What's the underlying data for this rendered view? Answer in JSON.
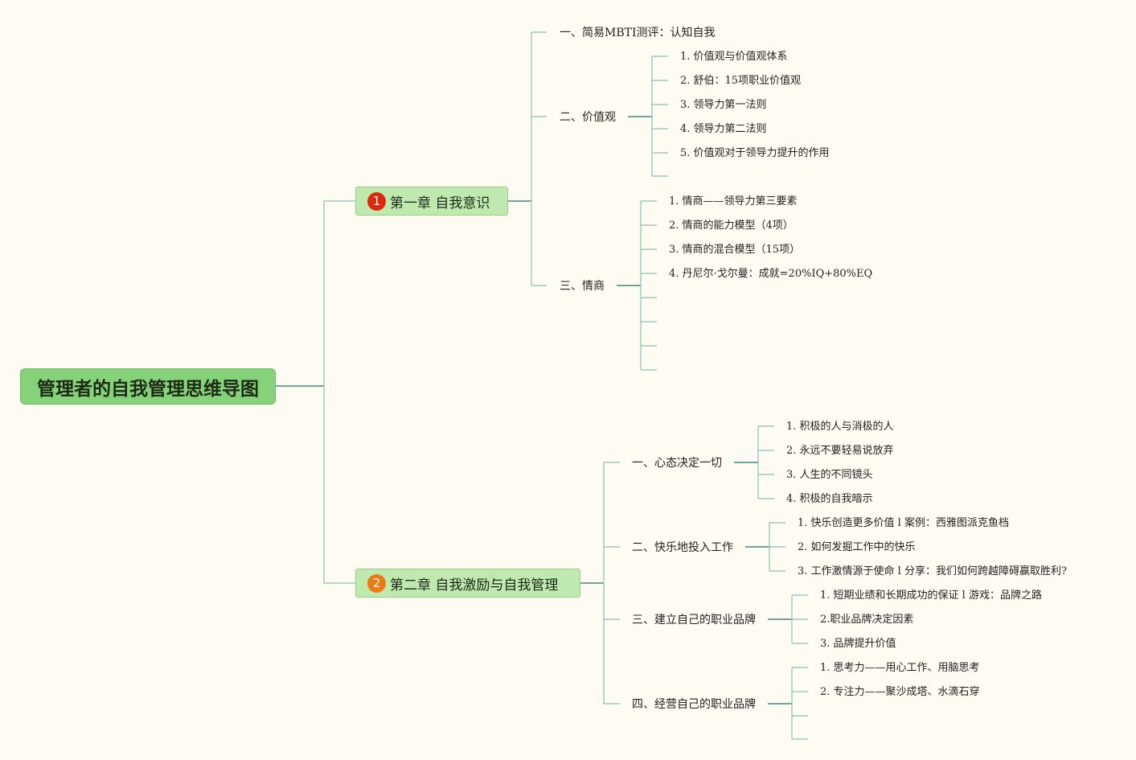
{
  "root": {
    "label": "管理者的自我管理思维导图"
  },
  "colors": {
    "background": "#fefcf2",
    "root_fill": "#86d27a",
    "chapter_fill": "#bfe9ae",
    "line": "#3f8a80",
    "badge1": "#dd2a0f",
    "badge2": "#ee7a16"
  },
  "chapters": [
    {
      "badge": "1",
      "label": "第一章 自我意识",
      "sections": [
        {
          "label": "一、简易MBTI测评：认知自我",
          "items": []
        },
        {
          "label": "二、价值观",
          "items": [
            "1. 价值观与价值观体系",
            "2. 舒伯：15项职业价值观",
            "3. 领导力第一法则",
            "4. 领导力第二法则",
            "5. 价值观对于领导力提升的作用",
            ""
          ]
        },
        {
          "label": "三、情商",
          "items": [
            "1. 情商——领导力第三要素",
            "2. 情商的能力模型（4项）",
            "3. 情商的混合模型（15项）",
            "4. 丹尼尔·戈尔曼：成就=20%IQ+80%EQ",
            "",
            "",
            "",
            ""
          ]
        }
      ]
    },
    {
      "badge": "2",
      "label": "第二章 自我激励与自我管理",
      "sections": [
        {
          "label": "一、心态决定一切",
          "items": [
            "1. 积极的人与消极的人",
            "2. 永远不要轻易说放弃",
            "3. 人生的不同镜头",
            "4. 积极的自我暗示"
          ]
        },
        {
          "label": "二、快乐地投入工作",
          "items": [
            "1. 快乐创造更多价值 l 案例：西雅图派克鱼档",
            "2. 如何发掘工作中的快乐",
            "3. 工作激情源于使命 l 分享：我们如何跨越障碍赢取胜利?"
          ]
        },
        {
          "label": "三、建立自己的职业品牌",
          "items": [
            "1. 短期业绩和长期成功的保证 l 游戏：品牌之路",
            "2.职业品牌决定因素",
            "3. 品牌提升价值"
          ]
        },
        {
          "label": "四、经营自己的职业品牌",
          "items": [
            "1. 思考力——用心工作、用脑思考",
            "2. 专注力——聚沙成塔、水滴石穿",
            "",
            ""
          ]
        }
      ]
    }
  ]
}
